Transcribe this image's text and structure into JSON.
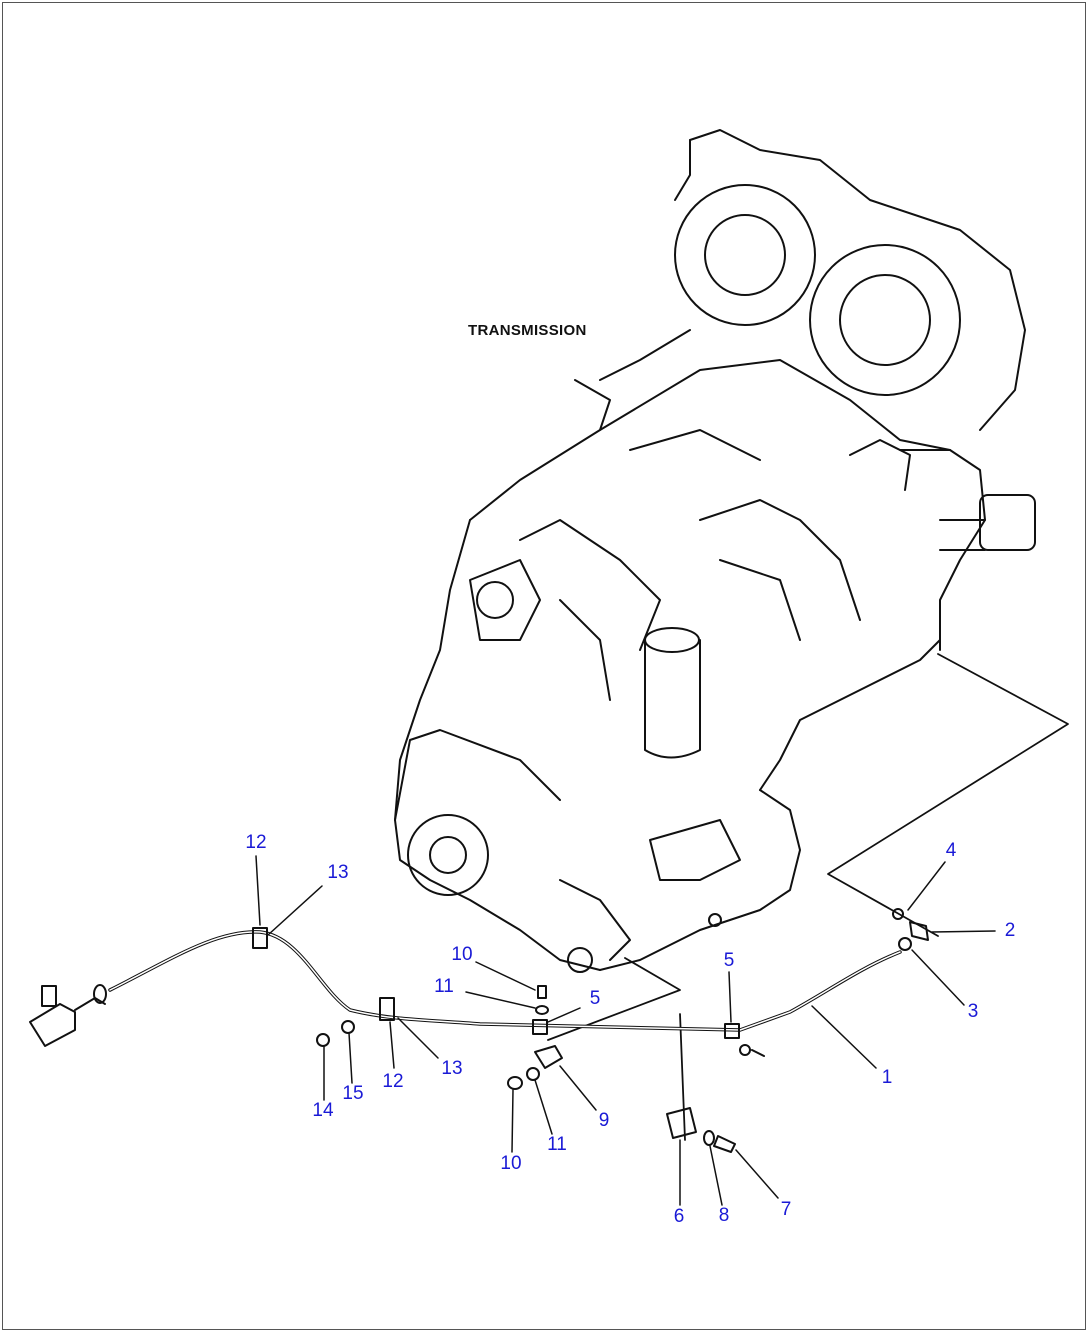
{
  "diagram": {
    "title": "TRANSMISSION",
    "callouts": [
      {
        "id": "c12a",
        "text": "12"
      },
      {
        "id": "c13a",
        "text": "13"
      },
      {
        "id": "c4",
        "text": "4"
      },
      {
        "id": "c2",
        "text": "2"
      },
      {
        "id": "c3",
        "text": "3"
      },
      {
        "id": "c10a",
        "text": "10"
      },
      {
        "id": "c11a",
        "text": "11"
      },
      {
        "id": "c5a",
        "text": "5"
      },
      {
        "id": "c5b",
        "text": "5"
      },
      {
        "id": "c1",
        "text": "1"
      },
      {
        "id": "c14",
        "text": "14"
      },
      {
        "id": "c15",
        "text": "15"
      },
      {
        "id": "c12b",
        "text": "12"
      },
      {
        "id": "c13b",
        "text": "13"
      },
      {
        "id": "c9",
        "text": "9"
      },
      {
        "id": "c11b",
        "text": "11"
      },
      {
        "id": "c10b",
        "text": "10"
      },
      {
        "id": "c6",
        "text": "6"
      },
      {
        "id": "c8",
        "text": "8"
      },
      {
        "id": "c7",
        "text": "7"
      }
    ],
    "colors": {
      "callout": "#1a1ad6",
      "line": "#111111"
    }
  }
}
